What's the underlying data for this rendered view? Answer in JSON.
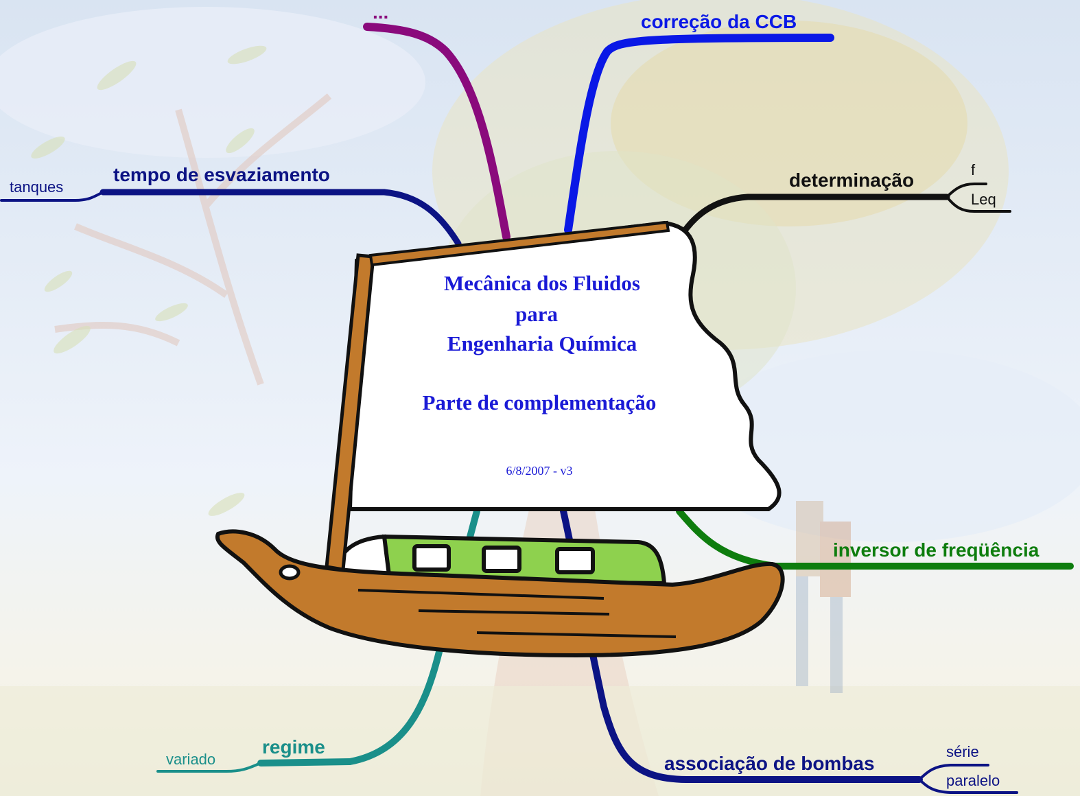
{
  "title": {
    "line1": "Mecânica dos Fluidos",
    "line2": "para",
    "line3": "Engenharia Química",
    "subtitle": "Parte de complementação",
    "version": "6/8/2007 - v3"
  },
  "branches": {
    "ellipsis": "...",
    "ccb": "correção da CCB",
    "tempo": "tempo de esvaziamento",
    "tanques": "tanques",
    "determinacao": "determinação",
    "f": "f",
    "leq": "Leq",
    "inversor": "inversor de freqüência",
    "regime": "regime",
    "variado": "variado",
    "associacao": "associação de bombas",
    "serie": "série",
    "paralelo": "paralelo"
  },
  "colors": {
    "purple": "#8a0a7c",
    "blue": "#0a18e6",
    "navy": "#0c1384",
    "black": "#111111",
    "green": "#0e7d0e",
    "teal": "#1a8f8a",
    "sail_text": "#1a1ad6",
    "boat_wood": "#c27a2c",
    "cabin": "#8ed14e"
  }
}
